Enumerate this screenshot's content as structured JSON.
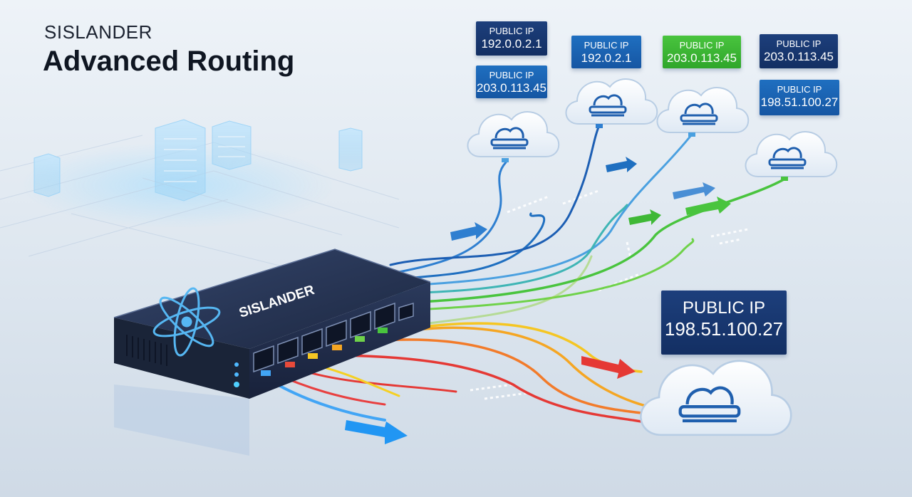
{
  "header": {
    "brand": "SISLANDER",
    "title": "Advanced Routing"
  },
  "device": {
    "label": "SISLANDER"
  },
  "ip_labels": [
    {
      "label": "PUBLIC IP",
      "value": "192.0.0.2.1",
      "style": "navy"
    },
    {
      "label": "PUBLIC IP",
      "value": "203.0.113.45",
      "style": "blue"
    },
    {
      "label": "PUBLIC IP",
      "value": "192.0.2.1",
      "style": "blue"
    },
    {
      "label": "PUBLIC IP",
      "value": "203.0.113.45",
      "style": "green"
    },
    {
      "label": "PUBLIC IP",
      "value": "203.0.113.45",
      "style": "navy"
    },
    {
      "label": "PUBLIC IP",
      "value": "198.51.100.27",
      "style": "navy"
    },
    {
      "label": "PUBLIC IP",
      "value": "198.51.100.27",
      "style": "navy"
    }
  ],
  "colors": {
    "blue": "#1f6fc0",
    "navy": "#1b3b78",
    "green": "#3fb836",
    "orange": "#f5a623",
    "red": "#e53935"
  }
}
